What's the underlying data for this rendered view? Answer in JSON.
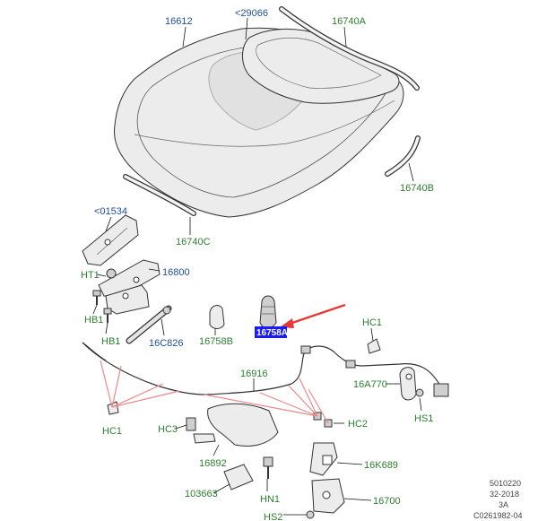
{
  "labels": {
    "hood": "16612",
    "hood_insulator": "<29066",
    "seal_top": "16740A",
    "seal_right": "16740B",
    "seal_left": "16740C",
    "bracket": "<01534",
    "hinge": "16800",
    "ht1": "HT1",
    "hb1_upper": "HB1",
    "hb1_lower": "HB1",
    "strut": "16C826",
    "bumper": "16758B",
    "highlight": "16758A",
    "hc1_top": "HC1",
    "cable": "16916",
    "release_handle": "16A770",
    "hs1": "HS1",
    "hc1_left": "HC1",
    "hc3": "HC3",
    "hc2": "HC2",
    "latch_bracket": "16892",
    "k689": "16K689",
    "clip": "103663",
    "hn1": "HN1",
    "latch": "16700",
    "hs2": "HS2"
  },
  "footer": {
    "line1": "5010220",
    "line2": "32-2018",
    "line3": "3A",
    "line4": "C0261982-04"
  },
  "colors": {
    "label_blue": "#1f4e9a",
    "label_green": "#2e7d32",
    "highlight": "#1a1aff",
    "arrow_red": "#e53935",
    "leader_pink": "#e88a8a"
  }
}
